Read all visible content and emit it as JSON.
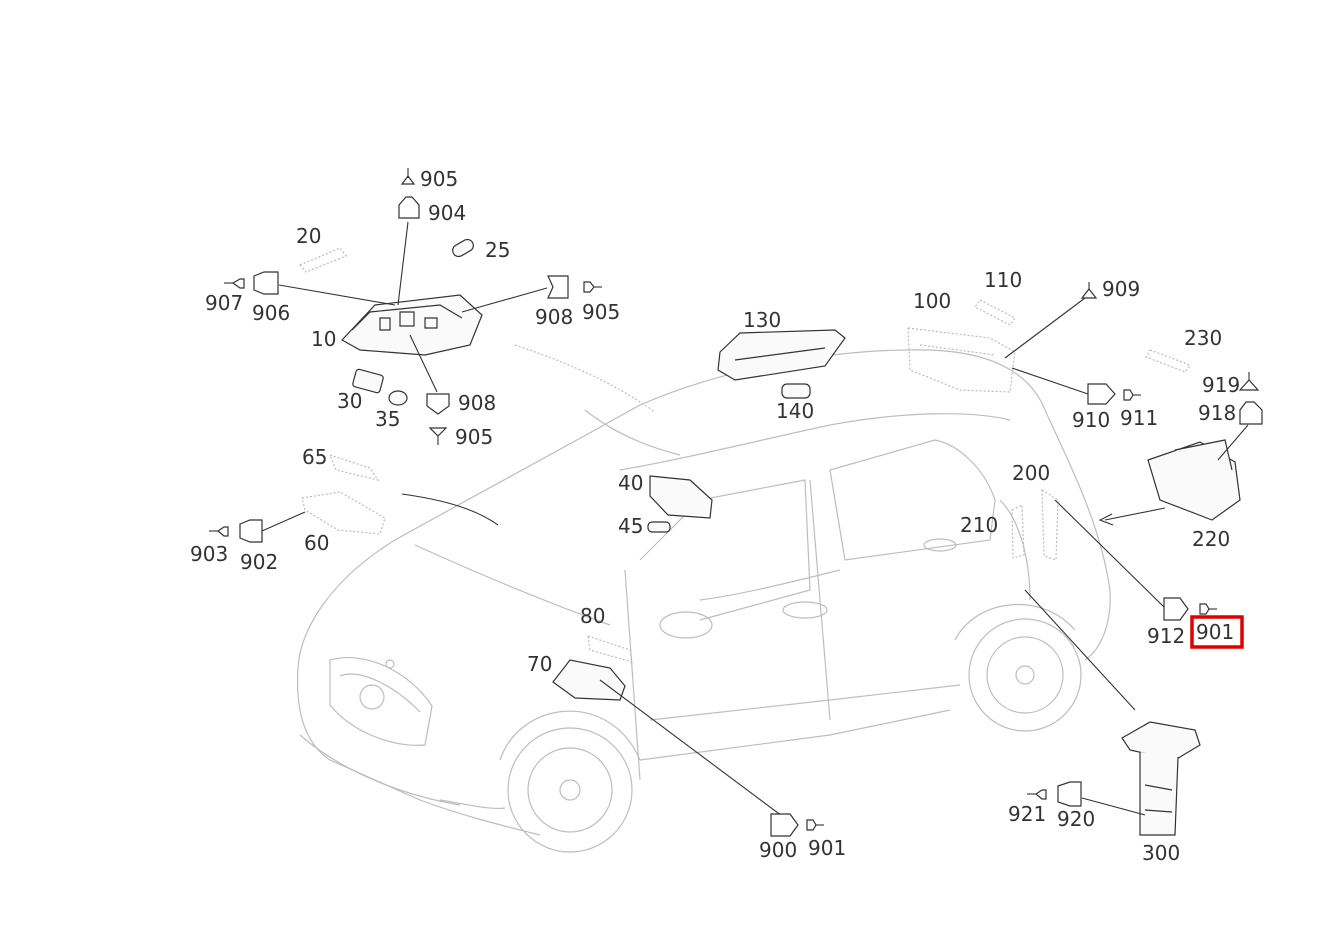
{
  "callouts": {
    "c905a": "905",
    "c904": "904",
    "c20": "20",
    "c25": "25",
    "c907": "907",
    "c906": "906",
    "c908a": "908",
    "c905b": "905",
    "c10": "10",
    "c30": "30",
    "c35": "35",
    "c908b": "908",
    "c905c": "905",
    "c130": "130",
    "c140": "140",
    "c110": "110",
    "c100": "100",
    "c909": "909",
    "c230": "230",
    "c919": "919",
    "c918": "918",
    "c910": "910",
    "c911": "911",
    "c65": "65",
    "c903": "903",
    "c902": "902",
    "c60": "60",
    "c40": "40",
    "c45": "45",
    "c200": "200",
    "c210": "210",
    "c220": "220",
    "c912": "912",
    "c901a": "901",
    "c80": "80",
    "c70": "70",
    "c900": "900",
    "c901b": "901",
    "c921": "921",
    "c920": "920",
    "c300": "300"
  },
  "highlight": {
    "color": "#e00000",
    "target": "901"
  }
}
